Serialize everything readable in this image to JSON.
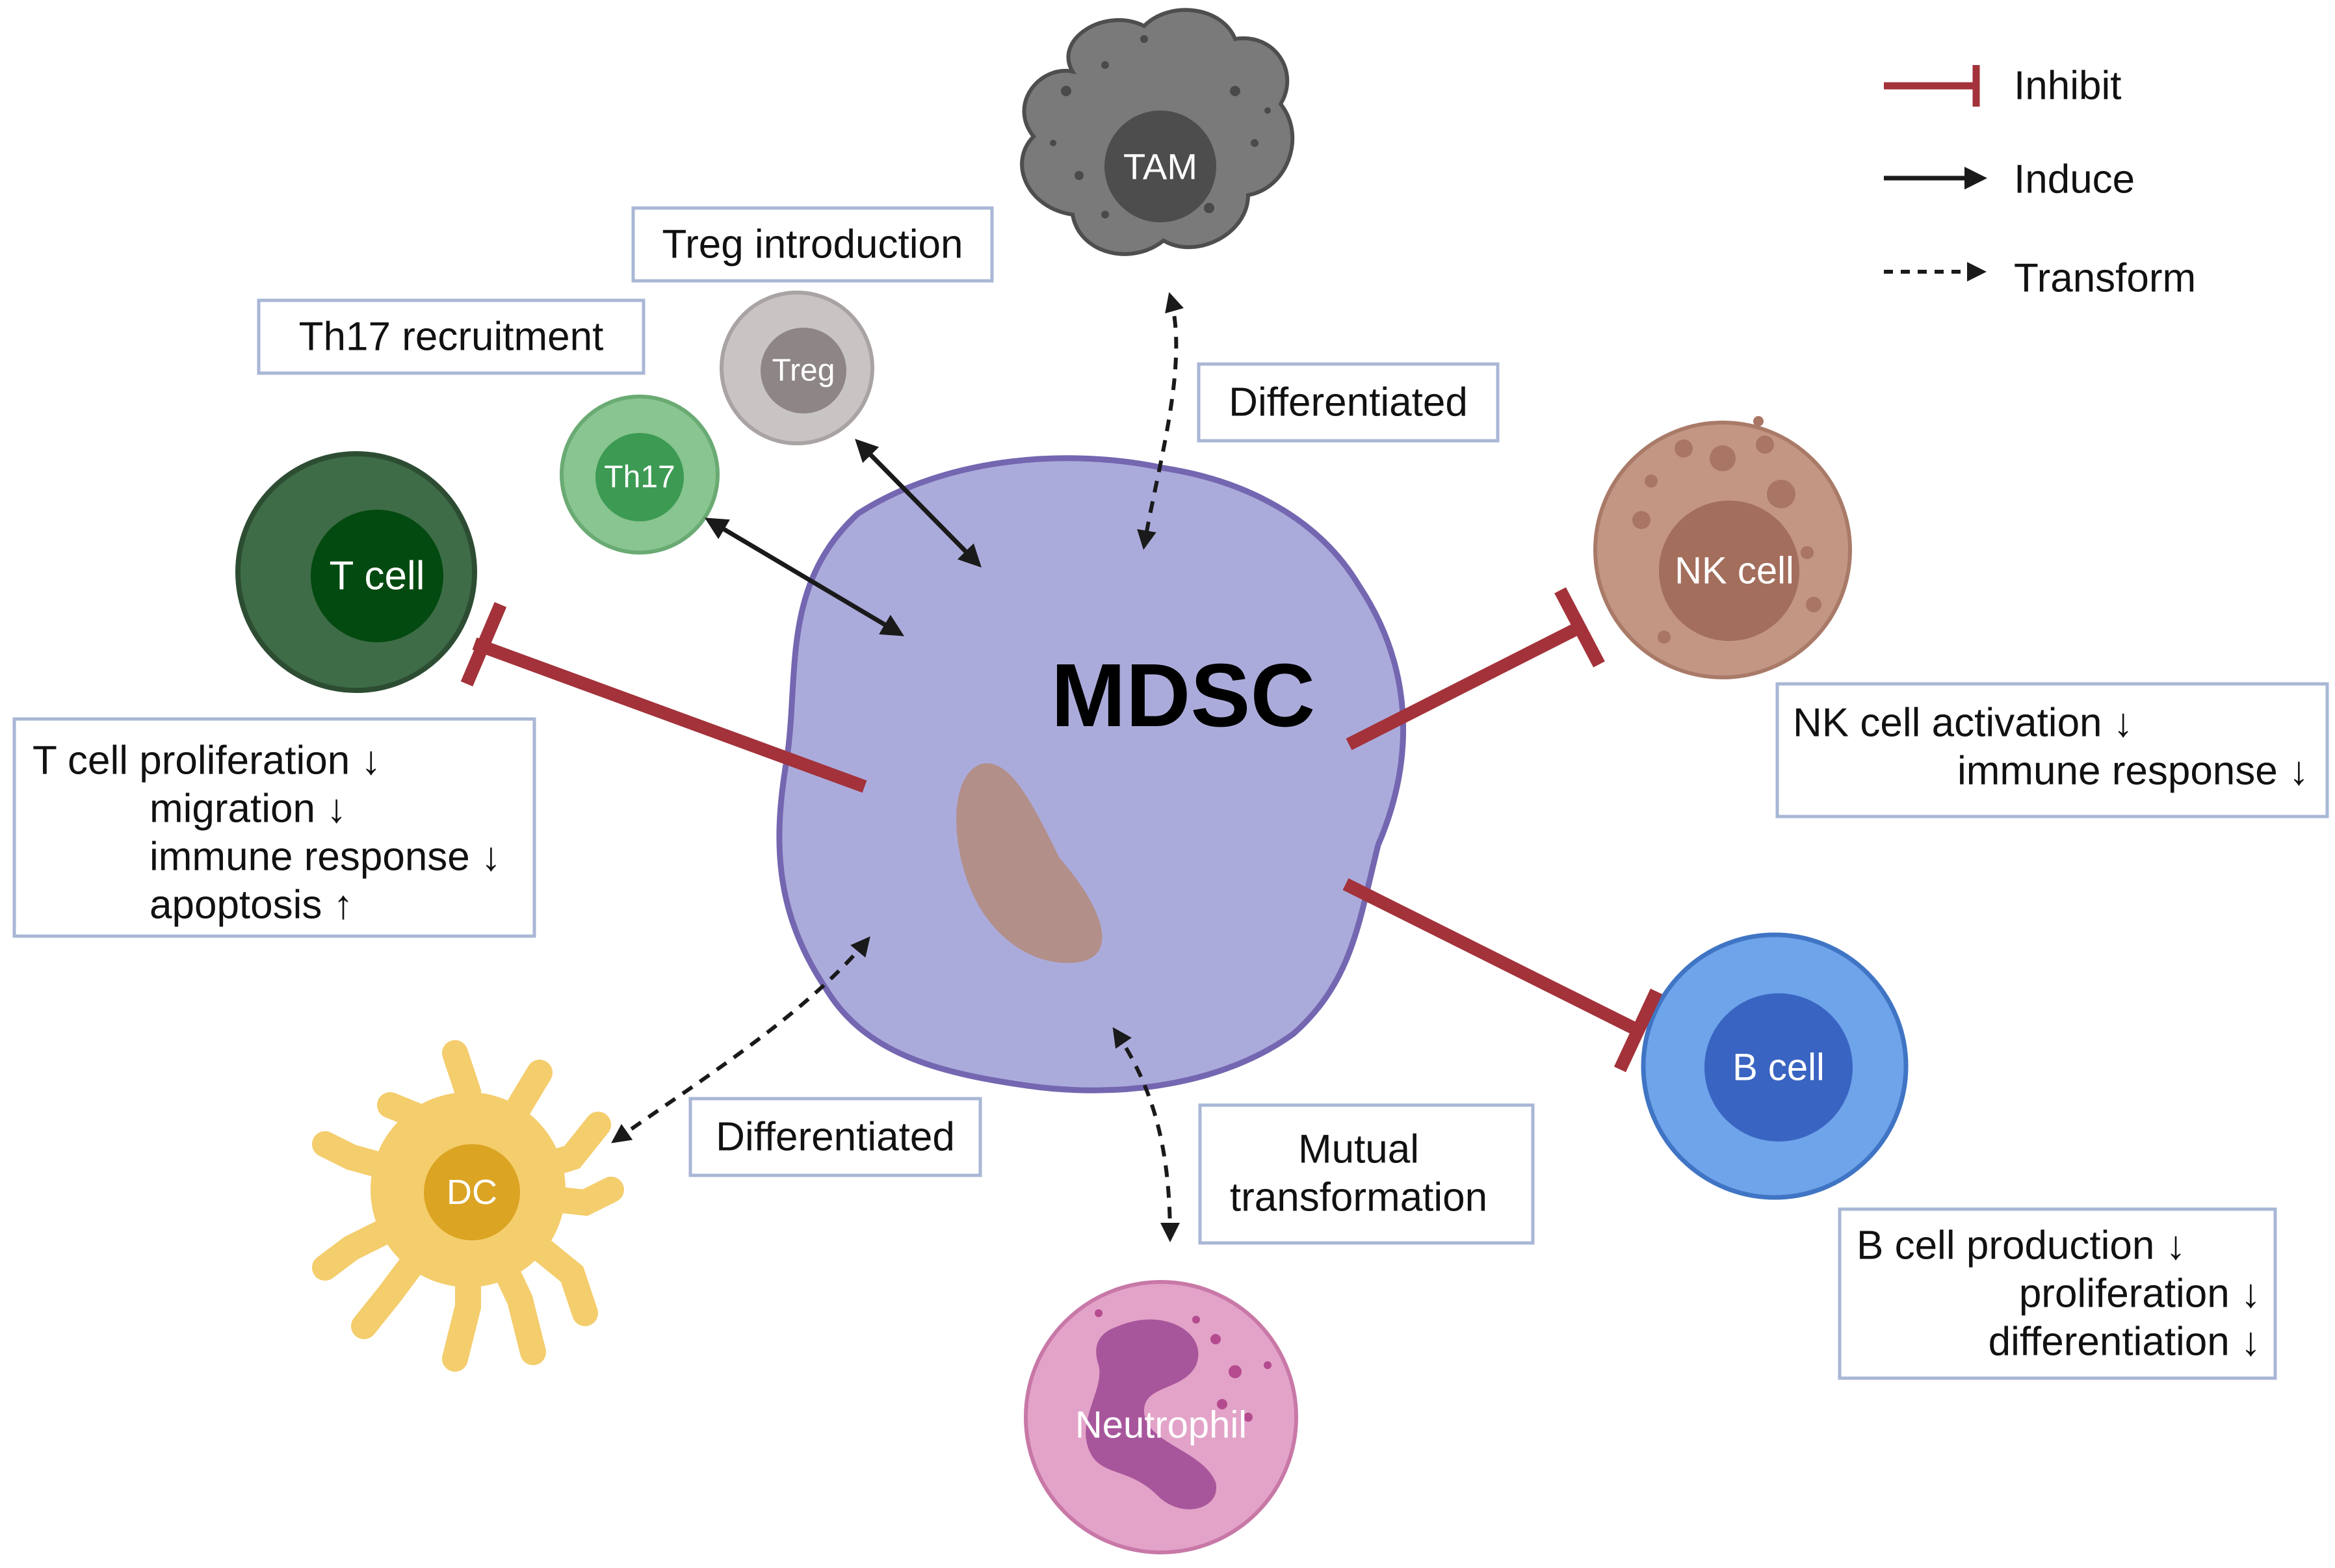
{
  "center": {
    "label": "MDSC"
  },
  "cells": {
    "tam": "TAM",
    "treg": "Treg",
    "th17": "Th17",
    "t_cell": "T cell",
    "nk_cell": "NK cell",
    "b_cell": "B cell",
    "dc": "DC",
    "neutrophil": "Neutrophil"
  },
  "labels": {
    "treg": "Treg introduction",
    "th17": "Th17 recruitment",
    "tam": "Differentiated",
    "dc": "Differentiated",
    "neutrophil": [
      "Mutual",
      "transformation"
    ]
  },
  "effects": {
    "t_cell": [
      "T cell proliferation ↓",
      "migration ↓",
      "immune response ↓",
      "apoptosis ↑"
    ],
    "nk_cell": [
      "NK cell activation ↓",
      "immune response ↓"
    ],
    "b_cell": [
      "B cell production ↓",
      "proliferation ↓",
      "differentiation ↓"
    ]
  },
  "legend": [
    {
      "label": "Inhibit",
      "style": "inhibit"
    },
    {
      "label": "Induce",
      "style": "induce"
    },
    {
      "label": "Transform",
      "style": "transform"
    }
  ],
  "colors": {
    "inhibit": "#a3323a",
    "mdsc_fill": "#ababdb",
    "mdsc_stroke": "#7466b0"
  }
}
